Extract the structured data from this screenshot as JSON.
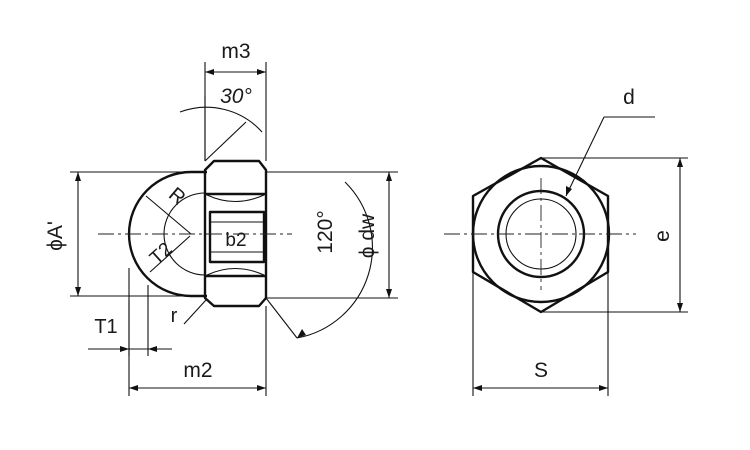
{
  "labels": {
    "m3": "m3",
    "angle_30": "30°",
    "R": "R",
    "phi_A": "ϕA'",
    "T2": "T2",
    "b2": "b2",
    "angle_120": "120°",
    "phi_dw": "ϕ dw",
    "r": "r",
    "T1": "T1",
    "m2": "m2",
    "d": "d",
    "e": "e",
    "S": "S"
  },
  "colors": {
    "line": "#111111",
    "background": "#ffffff"
  }
}
